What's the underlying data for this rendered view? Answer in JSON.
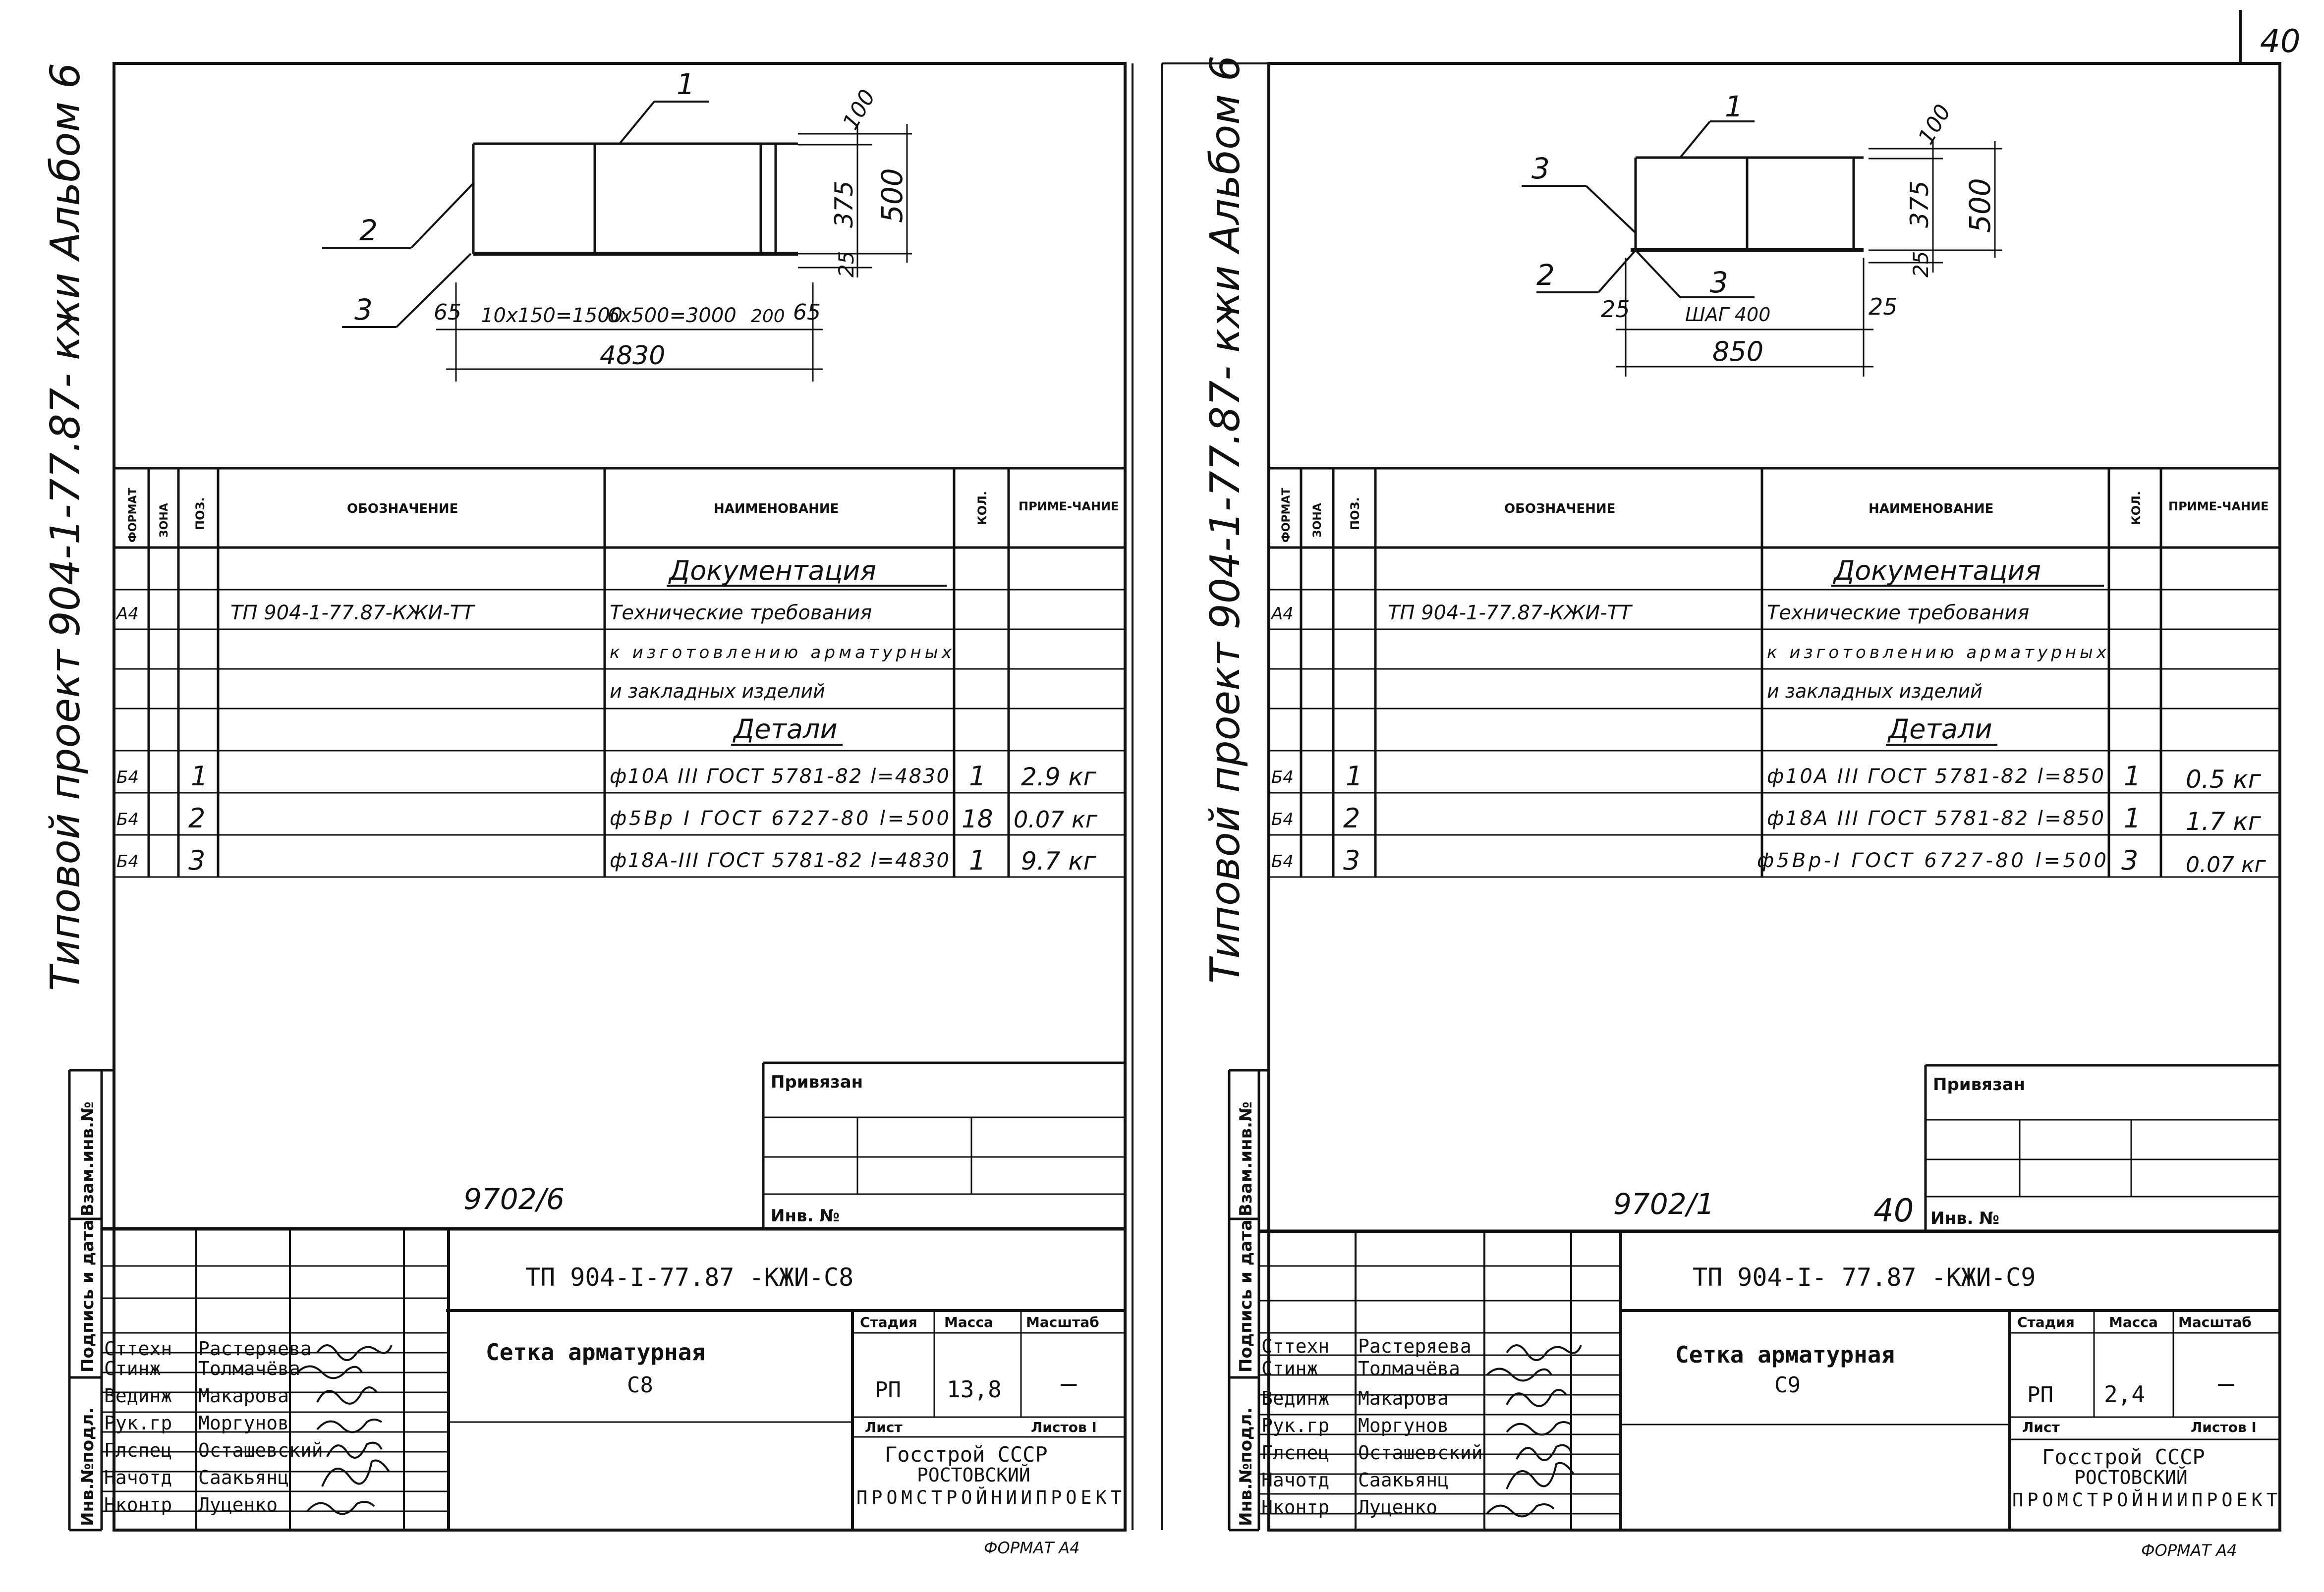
{
  "page_number": "40",
  "sheets": [
    {
      "side_title": "Типовой проект 904-1-77.87- кжи Альбом 6",
      "sketch": {
        "callouts": [
          "1",
          "2",
          "3"
        ],
        "dim_top": "100",
        "dim_middle": "375",
        "dim_total_height": "500",
        "dim_bottom": "25",
        "dim_edge_left": "65",
        "dim_seg1": "10х150=1500",
        "dim_seg2": "6х500=3000",
        "dim_seg3": "200",
        "dim_edge_right": "65",
        "dim_total_length": "4830"
      },
      "spec": {
        "headers": [
          "ФОРМАТ",
          "ЗОНА",
          "ПОЗ.",
          "ОБОЗНАЧЕНИЕ",
          "НАИМЕНОВАНИЕ",
          "КОЛ.",
          "ПРИМЕ-ЧАНИЕ"
        ],
        "rows": [
          {
            "format": "",
            "zone": "",
            "pos": "",
            "designation": "",
            "name": "Документация",
            "qty": "",
            "note": ""
          },
          {
            "format": "А4",
            "zone": "",
            "pos": "",
            "designation": "ТП 904-1-77.87-КЖИ-ТТ",
            "name": "Технические требования",
            "qty": "",
            "note": ""
          },
          {
            "format": "",
            "zone": "",
            "pos": "",
            "designation": "",
            "name": "к изготовлению арматурных",
            "qty": "",
            "note": ""
          },
          {
            "format": "",
            "zone": "",
            "pos": "",
            "designation": "",
            "name": "и закладных изделий",
            "qty": "",
            "note": ""
          },
          {
            "format": "",
            "zone": "",
            "pos": "",
            "designation": "",
            "name": "Детали",
            "qty": "",
            "note": ""
          },
          {
            "format": "Б4",
            "zone": "",
            "pos": "1",
            "designation": "",
            "name": "ф10А III ГОСТ 5781-82 l=4830",
            "qty": "1",
            "note": "2.9 кг"
          },
          {
            "format": "Б4",
            "zone": "",
            "pos": "2",
            "designation": "",
            "name": "ф5Вр I ГОСТ 6727-80 l=500",
            "qty": "18",
            "note": "0.07 кг"
          },
          {
            "format": "Б4",
            "zone": "",
            "pos": "3",
            "designation": "",
            "name": "ф18А-III ГОСТ 5781-82 l=4830",
            "qty": "1",
            "note": "9.7 кг"
          }
        ]
      },
      "title_block": {
        "binding_label": "Привязан",
        "inv_label": "Инв. №",
        "archive_no": "9702/6",
        "extra_no": "",
        "code": "ТП 904-I-77.87 -КЖИ-С8",
        "item_name": "Сетка арматурная",
        "item_mark": "С8",
        "stage_label": "Стадия",
        "mass_label": "Масса",
        "scale_label": "Масштаб",
        "stage": "РП",
        "mass": "13,8",
        "scale": "–",
        "sheet_label": "Лист",
        "sheets_label": "Листов I",
        "org_1": "Госстрой СССР",
        "org_2": "РОСТОВСКИЙ",
        "org_3": "ПРОМСТРОЙНИИПРОЕКТ",
        "staff": [
          {
            "role": "Сттехн",
            "name": "Растеряева"
          },
          {
            "role": "Стинж",
            "name": "Толмачёва"
          },
          {
            "role": "Вединж",
            "name": "Макарова"
          },
          {
            "role": "Рук.гр",
            "name": "Моргунов"
          },
          {
            "role": "Глспец",
            "name": "Осташевский"
          },
          {
            "role": "Начотд",
            "name": "Саакьянц"
          },
          {
            "role": "Нконтр",
            "name": "Луценко"
          }
        ],
        "side_labels": [
          "Инв.№подл.",
          "Подпись и дата",
          "Взам.инв.№"
        ],
        "format_label": "ФОРМАТ А4"
      }
    },
    {
      "side_title": "Типовой проект 904-1-77.87- кжи Альбом 6",
      "sketch": {
        "callouts": [
          "1",
          "3",
          "2",
          "3"
        ],
        "dim_top": "100",
        "dim_middle": "375",
        "dim_total_height": "500",
        "dim_bottom": "25",
        "dim_edge_left": "25",
        "dim_step": "ШАГ 400",
        "dim_edge_right": "25",
        "dim_total_length": "850"
      },
      "spec": {
        "headers": [
          "ФОРМАТ",
          "ЗОНА",
          "ПОЗ.",
          "ОБОЗНАЧЕНИЕ",
          "НАИМЕНОВАНИЕ",
          "КОЛ.",
          "ПРИМЕ-ЧАНИЕ"
        ],
        "rows": [
          {
            "format": "",
            "zone": "",
            "pos": "",
            "designation": "",
            "name": "Документация",
            "qty": "",
            "note": ""
          },
          {
            "format": "А4",
            "zone": "",
            "pos": "",
            "designation": "ТП 904-1-77.87-КЖИ-ТТ",
            "name": "Технические требования",
            "qty": "",
            "note": ""
          },
          {
            "format": "",
            "zone": "",
            "pos": "",
            "designation": "",
            "name": "к изготовлению арматурных",
            "qty": "",
            "note": ""
          },
          {
            "format": "",
            "zone": "",
            "pos": "",
            "designation": "",
            "name": "и закладных изделий",
            "qty": "",
            "note": ""
          },
          {
            "format": "",
            "zone": "",
            "pos": "",
            "designation": "",
            "name": "Детали",
            "qty": "",
            "note": ""
          },
          {
            "format": "Б4",
            "zone": "",
            "pos": "1",
            "designation": "",
            "name": "ф10А III ГОСТ 5781-82 l=850",
            "qty": "1",
            "note": "0.5 кг"
          },
          {
            "format": "Б4",
            "zone": "",
            "pos": "2",
            "designation": "",
            "name": "ф18А III ГОСТ 5781-82 l=850",
            "qty": "1",
            "note": "1.7 кг"
          },
          {
            "format": "Б4",
            "zone": "",
            "pos": "3",
            "designation": "",
            "name": "ф5Вр-I ГОСТ 6727-80 l=500",
            "qty": "3",
            "note": "0.07 кг"
          }
        ]
      },
      "title_block": {
        "binding_label": "Привязан",
        "inv_label": "Инв. №",
        "archive_no": "9702/1",
        "extra_no": "40",
        "code": "ТП 904-I- 77.87 -КЖИ-С9",
        "item_name": "Сетка арматурная",
        "item_mark": "С9",
        "stage_label": "Стадия",
        "mass_label": "Масса",
        "scale_label": "Масштаб",
        "stage": "РП",
        "mass": "2,4",
        "scale": "–",
        "sheet_label": "Лист",
        "sheets_label": "Листов I",
        "org_1": "Госстрой СССР",
        "org_2": "РОСТОВСКИЙ",
        "org_3": "ПРОМСТРОЙНИИПРОЕКТ",
        "staff": [
          {
            "role": "Сттехн",
            "name": "Растеряева"
          },
          {
            "role": "Стинж",
            "name": "Толмачёва"
          },
          {
            "role": "Вединж",
            "name": "Макарова"
          },
          {
            "role": "Рук.гр",
            "name": "Моргунов"
          },
          {
            "role": "Глспец",
            "name": "Осташевский"
          },
          {
            "role": "Начотд",
            "name": "Саакьянц"
          },
          {
            "role": "Нконтр",
            "name": "Луценко"
          }
        ],
        "side_labels": [
          "Инв.№подл.",
          "Подпись и дата",
          "Взам.инв.№"
        ],
        "format_label": "ФОРМАТ А4"
      }
    }
  ]
}
